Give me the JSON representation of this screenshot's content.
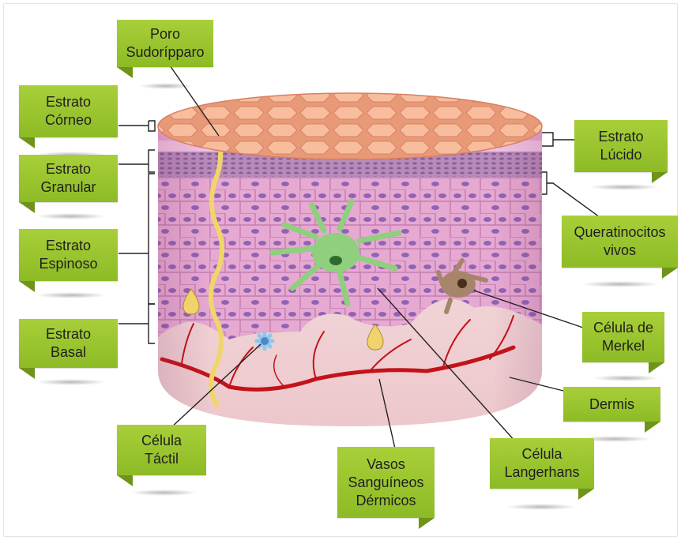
{
  "labels": {
    "poro": [
      "Poro",
      "Sudorípparo"
    ],
    "corneo": [
      "Estrato",
      "Córneo"
    ],
    "granular": [
      "Estrato",
      "Granular"
    ],
    "espinoso": [
      "Estrato",
      "Espinoso"
    ],
    "basal": [
      "Estrato",
      "Basal"
    ],
    "lucido": [
      "Estrato",
      "Lúcido"
    ],
    "queratinocitos": [
      "Queratinocitos",
      "vivos"
    ],
    "merkel": [
      "Célula de",
      "Merkel"
    ],
    "dermis": [
      "Dermis"
    ],
    "langerhans": [
      "Célula",
      "Langerhans"
    ],
    "vasos": [
      "Vasos",
      "Sanguíneos",
      "Dérmicos"
    ],
    "tactil": [
      "Célula",
      "Táctil"
    ]
  },
  "colors": {
    "label_green": "#9bc530",
    "label_fold": "#6f9419",
    "corneum": "#f2b08e",
    "spinous": "#e3a4cf",
    "nucleus": "#8c5fb0",
    "langerhans": "#8fcf7e",
    "merkel": "#a7856b",
    "vessel": "#c4121a",
    "sweat_duct": "#f0d66a",
    "dermis": "#f3d9dc"
  }
}
